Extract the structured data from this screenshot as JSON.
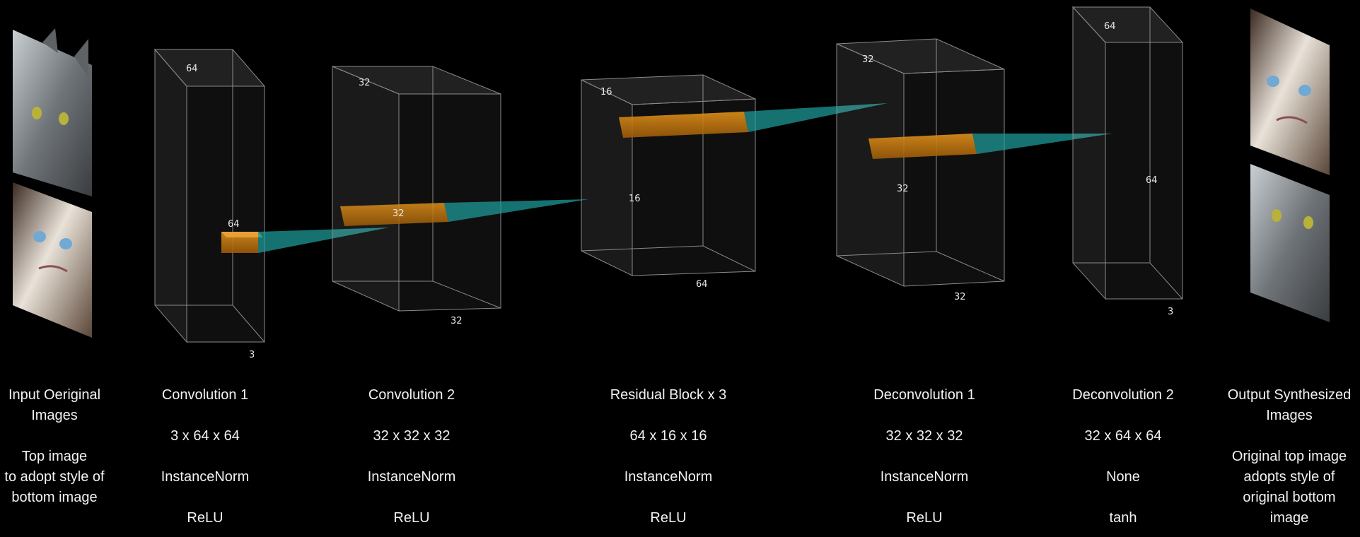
{
  "layers": [
    {
      "id": "conv1",
      "title": "Convolution 1",
      "shape": "3 x 64 x 64",
      "norm": "InstanceNorm",
      "activation": "ReLU",
      "labels": {
        "height": "64",
        "kernel": "64",
        "depth": "3"
      }
    },
    {
      "id": "conv2",
      "title": "Convolution 2",
      "shape": "32 x 32 x 32",
      "norm": "InstanceNorm",
      "activation": "ReLU",
      "labels": {
        "height": "32",
        "kernel": "32",
        "depth": "32"
      }
    },
    {
      "id": "res",
      "title": "Residual Block x 3",
      "shape": "64 x 16 x 16",
      "norm": "InstanceNorm",
      "activation": "ReLU",
      "labels": {
        "height": "16",
        "kernel": "16",
        "depth": "64"
      }
    },
    {
      "id": "deconv1",
      "title": "Deconvolution 1",
      "shape": "32 x 32 x 32",
      "norm": "InstanceNorm",
      "activation": "ReLU",
      "labels": {
        "height": "32",
        "kernel": "32",
        "depth": "32"
      }
    },
    {
      "id": "deconv2",
      "title": "Deconvolution 2",
      "shape": "32 x 64 x 64",
      "norm": "None",
      "activation": "tanh",
      "labels": {
        "height": "64",
        "kernel": "64",
        "depth": "3"
      }
    }
  ],
  "input": {
    "title_line1": "Input Oeriginal",
    "title_line2": "Images",
    "desc_line1": "Top image",
    "desc_line2": "to adopt style of",
    "desc_line3": "bottom image"
  },
  "output": {
    "title_line1": "Output Synthesized",
    "title_line2": "Images",
    "desc_line1": "Original top image",
    "desc_line2": "adopts style of",
    "desc_line3": "original bottom",
    "desc_line4": "image"
  },
  "colors": {
    "background": "#000000",
    "kernel_orange": "#c8780f",
    "projection_teal": "#1fa3a0",
    "edges": "#8a8a8a"
  },
  "images": {
    "input_top": "gray-cat-photo",
    "input_bottom": "grumpy-cat-photo",
    "output_top": "grumpy-cat-stylized-photo",
    "output_bottom": "gray-cat-stylized-photo"
  }
}
